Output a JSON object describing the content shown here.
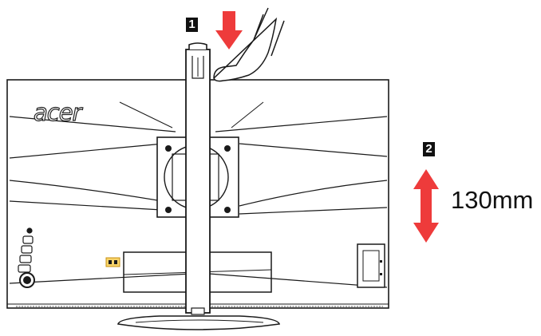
{
  "steps": {
    "step1": "1",
    "step2": "2"
  },
  "adjustment": {
    "range_label": "130mm"
  },
  "brand": {
    "logo_text": "acer"
  },
  "colors": {
    "arrow": "#ee3b3b",
    "line": "#1a1a1a",
    "background": "#ffffff"
  },
  "icons": [
    "push-down-arrow",
    "hand",
    "up-down-arrow",
    "power-button",
    "osd-buttons",
    "vesa-mount",
    "port-panel"
  ]
}
